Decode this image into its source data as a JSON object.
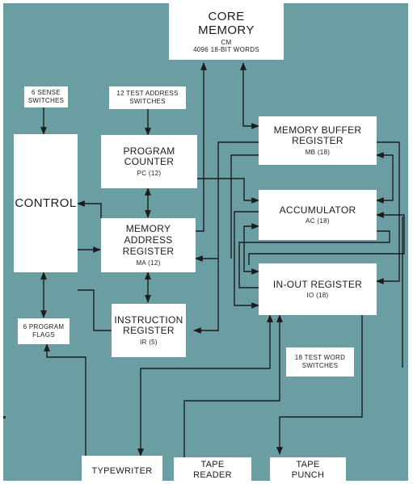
{
  "core_memory": {
    "line1": "CORE",
    "line2": "MEMORY",
    "abbr": "CM",
    "detail": "4096 18-BIT WORDS"
  },
  "sense_switches": {
    "line1": "6 SENSE",
    "line2": "SWITCHES"
  },
  "test_address_switches": {
    "line1": "12 TEST ADDRESS",
    "line2": "SWITCHES"
  },
  "control": {
    "label": "CONTROL"
  },
  "program_counter": {
    "line1": "PROGRAM",
    "line2": "COUNTER",
    "abbr": "PC (12)"
  },
  "memory_buffer_register": {
    "line1": "MEMORY BUFFER",
    "line2": "REGISTER",
    "abbr": "MB (18)"
  },
  "accumulator": {
    "line1": "ACCUMULATOR",
    "abbr": "AC (18)"
  },
  "memory_address_register": {
    "line1": "MEMORY",
    "line2": "ADDRESS",
    "line3": "REGISTER",
    "abbr": "MA (12)"
  },
  "in_out_register": {
    "line1": "IN-OUT REGISTER",
    "abbr": "IO (18)"
  },
  "program_flags": {
    "line1": "6 PROGRAM",
    "line2": "FLAGS"
  },
  "instruction_register": {
    "line1": "INSTRUCTION",
    "line2": "REGISTER",
    "abbr": "IR (5)"
  },
  "test_word_switches": {
    "line1": "18 TEST WORD",
    "line2": "SWITCHES"
  },
  "typewriter": {
    "label": "TYPEWRITER"
  },
  "tape_reader": {
    "line1": "TAPE",
    "line2": "READER"
  },
  "tape_punch": {
    "line1": "TAPE",
    "line2": "PUNCH"
  },
  "colors": {
    "background": "#6a9ea2",
    "box": "#ffffff",
    "line": "#1c1c1c"
  }
}
